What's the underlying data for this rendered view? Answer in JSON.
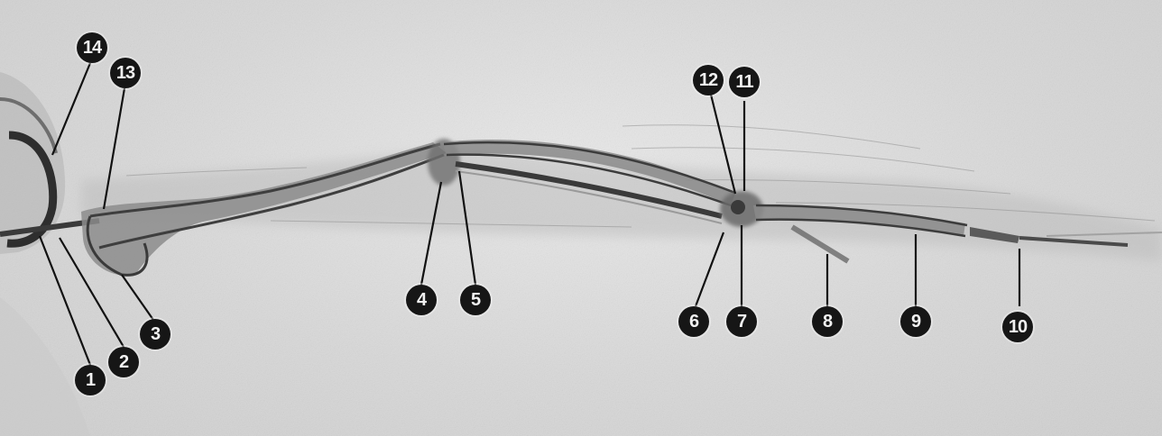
{
  "image": {
    "subject": "x-ray-radiograph",
    "background_color": "#dcdcdc",
    "bone_color": "#6f6f6f",
    "marker_color": "#161616",
    "marker_text_color": "#f2f2f2"
  },
  "markers": [
    {
      "label": "1"
    },
    {
      "label": "2"
    },
    {
      "label": "3"
    },
    {
      "label": "4"
    },
    {
      "label": "5"
    },
    {
      "label": "6"
    },
    {
      "label": "7"
    },
    {
      "label": "8"
    },
    {
      "label": "9"
    },
    {
      "label": "10"
    },
    {
      "label": "11"
    },
    {
      "label": "12"
    },
    {
      "label": "13"
    },
    {
      "label": "14"
    }
  ]
}
